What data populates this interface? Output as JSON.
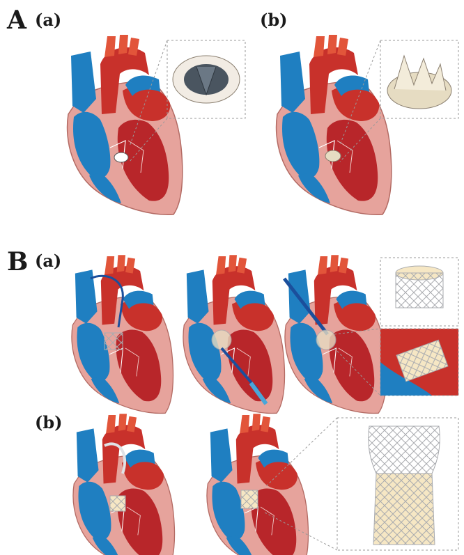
{
  "labels": {
    "section_a": "A",
    "section_a_sub_a": "(a)",
    "section_a_sub_b": "(b)",
    "section_b": "B",
    "section_b_sub_a": "(a)",
    "section_b_sub_b": "(b)"
  },
  "colors": {
    "vein_blue": "#1f7fc1",
    "artery_red": "#c8312b",
    "aorta_orange": "#e2553a",
    "myocardium_pink": "#e6a39c",
    "chamber_red": "#b8262a",
    "inset_border": "#999999",
    "mechanical_valve": "#4a5560",
    "bio_valve": "#e6dcc2",
    "stent_gray": "#a9abaf",
    "stent_cream": "#f6e7c4",
    "catheter_blue": "#1b4f9c"
  }
}
